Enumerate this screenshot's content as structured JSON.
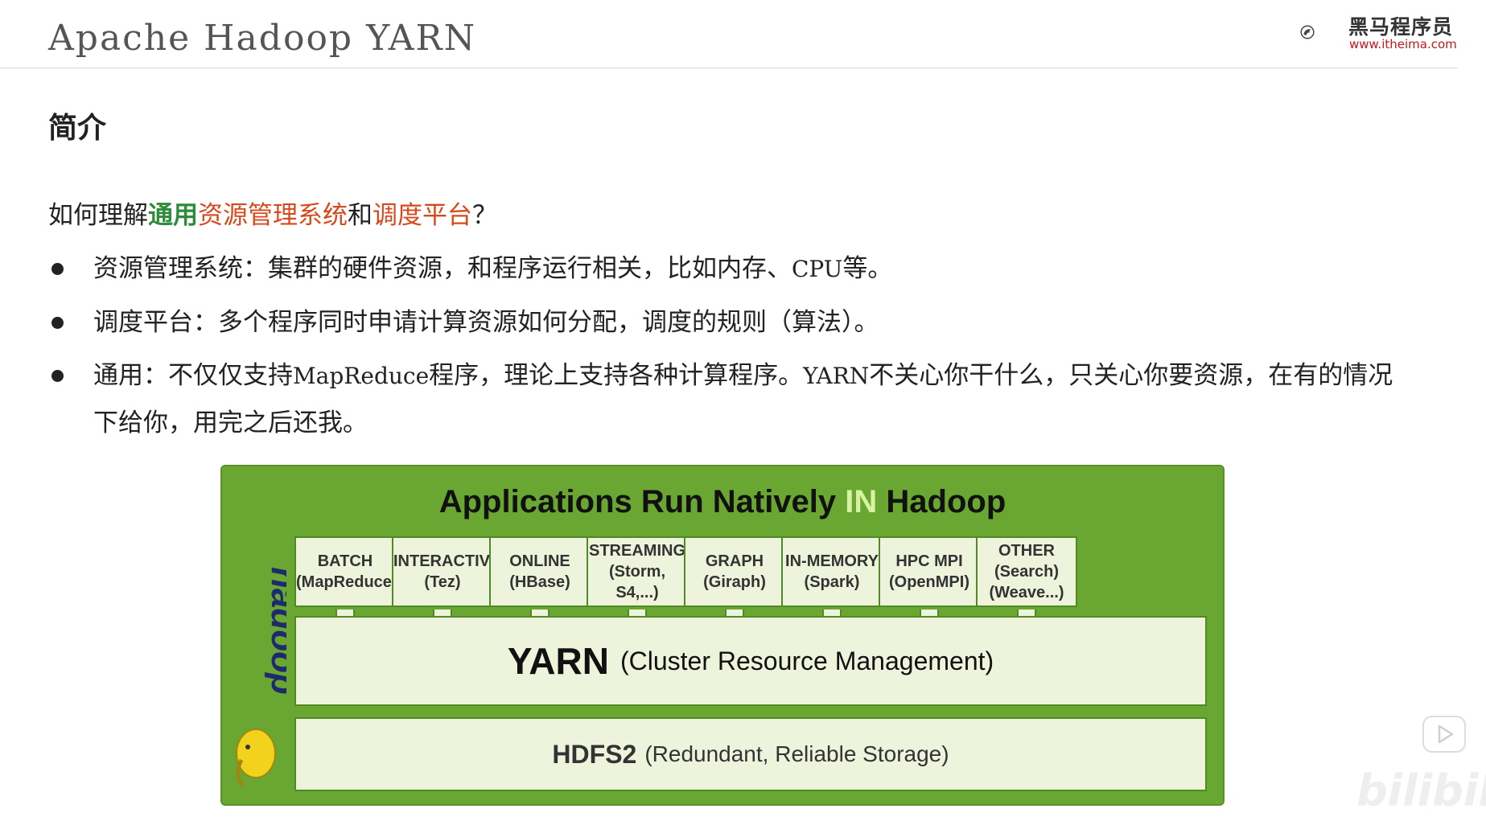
{
  "header": {
    "title": "Apache Hadoop YARN",
    "logo_name": "黑马程序员",
    "logo_url": "www.itheima.com"
  },
  "content": {
    "section_heading": "简介",
    "question": {
      "part1": "如何理解",
      "part2": "通用",
      "part3": "资源管理系统",
      "part4": "和",
      "part5": "调度平台",
      "part6": "？"
    },
    "bullets": [
      {
        "a": "资源管理系统：集群的硬件资源，和程序运行相关，比如内存、",
        "b": "CPU",
        "c": "等。"
      },
      {
        "a": "调度平台：多个程序同时申请计算资源如何分配，调度的规则（算法）。"
      },
      {
        "a": "通用：不仅仅支持",
        "b": "MapReduce",
        "c": "程序，理论上支持各种计算程序。",
        "d": "YARN",
        "e": "不关心你干什么，只关心你要资源，在有的情况下给你，用完之后还我。"
      }
    ]
  },
  "diagram": {
    "title_pre": "Applications Run Natively ",
    "title_in": "IN",
    "title_post": " Hadoop",
    "hadoop_label": "hadoop",
    "apps": [
      {
        "line1": "BATCH",
        "line2": "(MapReduce)"
      },
      {
        "line1": "INTERACTIVE",
        "line2": "(Tez)"
      },
      {
        "line1": "ONLINE",
        "line2": "(HBase)"
      },
      {
        "line1": "STREAMING",
        "line2": "(Storm, S4,...)"
      },
      {
        "line1": "GRAPH",
        "line2": "(Giraph)"
      },
      {
        "line1": "IN-MEMORY",
        "line2": "(Spark)"
      },
      {
        "line1": "HPC MPI",
        "line2": "(OpenMPI)"
      },
      {
        "line1": "OTHER",
        "line2": "(Search)",
        "line3": "(Weave...)"
      }
    ],
    "yarn_main": "YARN",
    "yarn_sub": "(Cluster Resource Management)",
    "hdfs_main": "HDFS2",
    "hdfs_sub": "(Redundant, Reliable Storage)"
  },
  "overlay": {
    "watermark": "bilibili",
    "play_icon": "play-icon"
  },
  "colors": {
    "diagram_green": "#6aa632",
    "box_fill": "#eef4dc",
    "accent_green": "#2e8b3a",
    "accent_red": "#d9481b",
    "logo_red": "#c8161d"
  }
}
